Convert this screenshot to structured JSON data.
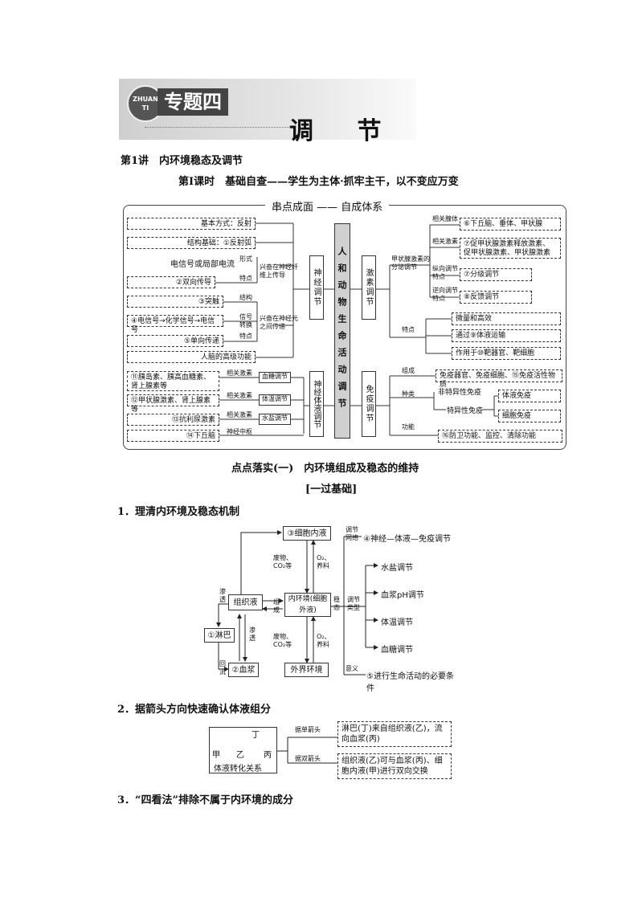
{
  "banner": {
    "badge": "ZHUAN TI",
    "topic": "专题四",
    "title": "调 节"
  },
  "lecture": "第1讲　内环境稳态及调节",
  "lesson": "第Ⅰ课时　基础自查——学生为主体·抓牢主干，以不变应万变",
  "concept_map": {
    "title": "串点成面 —— 自成体系",
    "center": "人和动物生命活动调节",
    "neural": "神经调节",
    "hormone": "激素调节",
    "neuro_humoral": "神经体液调节",
    "immune": "免疫调节",
    "left": [
      "基本方式：反射",
      "结构基础：①反射弧",
      "电信号或局部电流",
      "②双向传导",
      "③突触",
      "④电信号→化学信号→电信号",
      "⑤单向传递",
      "人脑的高级功能"
    ],
    "left_labels": [
      "形式",
      "兴奋在神经纤维上传导",
      "特点",
      "结构",
      "信号转换",
      "兴奋在神经元之间传递",
      "特点"
    ],
    "humoral": [
      "⑪胰岛素、胰高血糖素、肾上腺素等",
      "⑫甲状腺激素、肾上腺素等",
      "⑬抗利尿激素",
      "⑭下丘脑"
    ],
    "humoral_labels": [
      "相关激素",
      "相关激素",
      "相关激素",
      "神经中枢"
    ],
    "humoral_mid": [
      "血糖调节",
      "体温调节",
      "水盐调节"
    ],
    "right_top": [
      "⑥下丘脑、垂体、甲状腺",
      "⑦促甲状腺激素释放激素、促甲状腺激素、甲状腺激素",
      "⑦分级调节",
      "⑧反馈调节"
    ],
    "right_top_labels": [
      "相关腺体",
      "相关激素",
      "甲状腺激素的分泌调节",
      "纵向调节特点",
      "逆向调节特点"
    ],
    "features_label": "特点",
    "features": [
      "微量和高效",
      "通过⑨体液运输",
      "作用于⑩靶器官、靶细胞"
    ],
    "immune_labels": [
      "组成",
      "种类",
      "功能"
    ],
    "immune_items": [
      "免疫器官、免疫细胞、⑮免疫活性物质",
      "非特异性免疫",
      "特异性免疫",
      "体液免疫",
      "细胞免疫",
      "⑯防卫功能、监控、清除功能"
    ]
  },
  "section1": "点点落实(一)　内环境组成及稳态的维持",
  "section1_sub": "[一过基础]",
  "item1": "1．理清内环境及稳态机制",
  "diagram1": {
    "cell": "③细胞内液",
    "tissue": "组织液",
    "internal": "内环境(细胞外液)",
    "lymph": "①淋巴",
    "plasma": "②血浆",
    "outside": "外界环境",
    "waste": "废物、CO₂等",
    "o2": "O₂、养料",
    "waste2": "废物、CO₂等",
    "o2_2": "O₂、养料",
    "seep": "渗透",
    "seep2": "渗透",
    "back": "回流",
    "compose": "组成",
    "steady": "稳态",
    "net": "调节网络",
    "net_text": "④神经—体液—免疫调节",
    "types": "调节类型",
    "t1": "水盐调节",
    "t2": "血浆pH调节",
    "t3": "体温调节",
    "t4": "血糖调节",
    "meaning": "意义",
    "meaning_text": "⑤进行生命活动的必要条件"
  },
  "item2": "2．据箭头方向快速确认体液组分",
  "diagram2": {
    "ding": "丁",
    "jia": "甲",
    "yi": "乙",
    "bing": "丙",
    "caption": "体液转化关系",
    "single": "据单箭头",
    "double": "据双箭头",
    "single_text": "淋巴(丁)来自组织液(乙)，流向血浆(丙)",
    "double_text": "组织液(乙)可与血浆(丙)、细胞内液(甲)进行双向交换"
  },
  "item3": "3．“四看法”排除不属于内环境的成分"
}
